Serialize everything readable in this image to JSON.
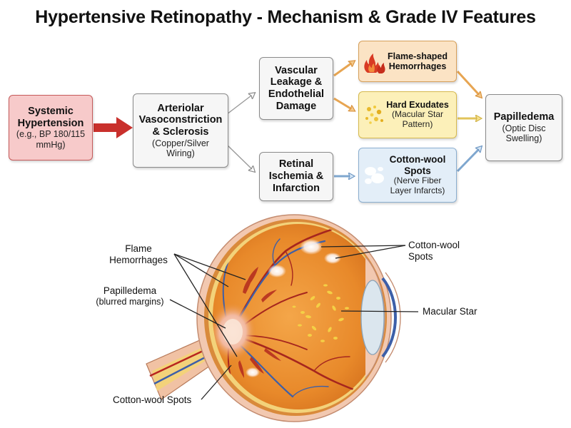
{
  "title": "Hypertensive Retinopathy - Mechanism & Grade IV Features",
  "flow": {
    "systemic": {
      "heading": "Systemic Hypertension",
      "sub": "(e.g., BP 180/115 mmHg)"
    },
    "arteriolar": {
      "heading": "Arteriolar Vasoconstriction & Sclerosis",
      "sub": "(Copper/Silver Wiring)"
    },
    "leakage": {
      "heading": "Vascular Leakage & Endothelial Damage"
    },
    "ischemia": {
      "heading": "Retinal Ischemia & Infarction"
    },
    "flame": {
      "heading": "Flame-shaped Hemorrhages"
    },
    "exudates": {
      "heading": "Hard Exudates",
      "sub": "(Macular Star Pattern)"
    },
    "cotton": {
      "heading": "Cotton-wool Spots",
      "sub": "(Nerve Fiber Layer Infarcts)"
    },
    "papilledema": {
      "heading": "Papilledema",
      "sub": "(Optic Disc Swelling)"
    }
  },
  "eye_labels": {
    "flame": "Flame Hemorrhages",
    "papilledema": "Papilledema",
    "papilledema_sub": "(blurred margins)",
    "cotton_left": "Cotton-wool Spots",
    "cotton_right": "Cotton-wool Spots",
    "macular_star": "Macular Star"
  },
  "colors": {
    "red_arrow": "#c9302c",
    "orange_arrow": "#e7a552",
    "blue_arrow": "#7fa7cf",
    "grey_arrow": "#9a9a9a",
    "retina": "#e8892a",
    "sclera": "#f2c8b0",
    "vessel": "#a6261e",
    "vein": "#3d5fa8"
  },
  "icons": [
    "flame-icon",
    "exudate-dots-icon",
    "cotton-wool-icon"
  ]
}
